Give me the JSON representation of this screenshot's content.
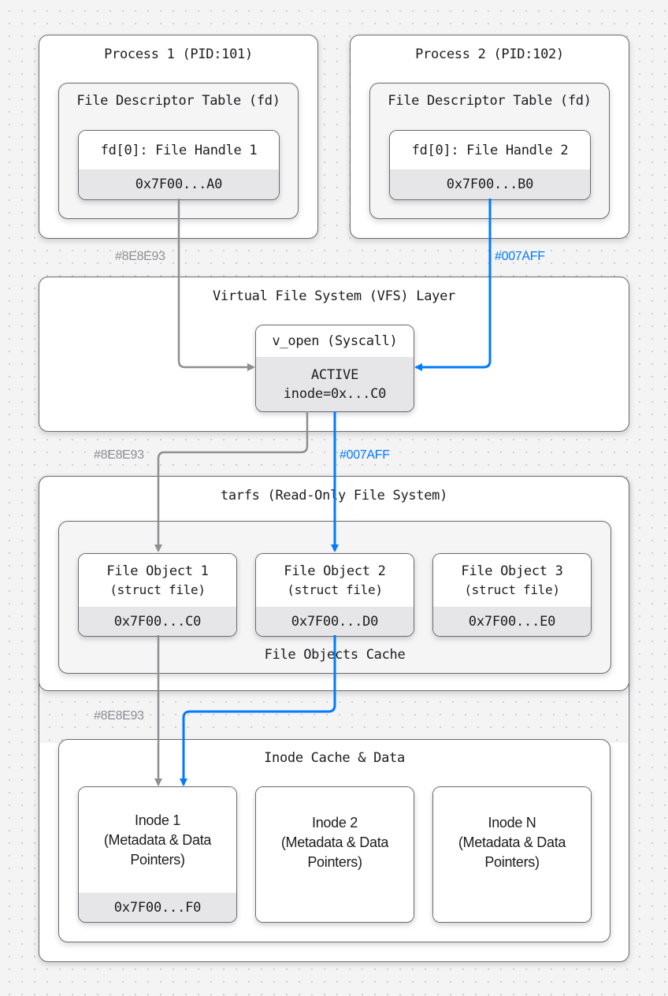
{
  "colors": {
    "gray_wire": "#8E8E93",
    "blue_wire": "#007AFF"
  },
  "process1": {
    "title": "Process 1 (PID:101)",
    "fd_table_title": "File Descriptor Table (fd)",
    "handle_label": "fd[0]: File Handle 1",
    "handle_addr": "0x7F00...A0"
  },
  "process2": {
    "title": "Process 2 (PID:102)",
    "fd_table_title": "File Descriptor Table (fd)",
    "handle_label": "fd[0]: File Handle 2",
    "handle_addr": "0x7F00...B0"
  },
  "vfs": {
    "title": "Virtual File System (VFS) Layer",
    "syscall_label": "v_open (Syscall)",
    "status": "ACTIVE",
    "inode_ref": "inode=0x...C0"
  },
  "tarfs": {
    "title": "tarfs (Read-Only File System)",
    "cache_title": "File Objects Cache",
    "file_objects": [
      {
        "name": "File Object 1",
        "type": "(struct file)",
        "addr": "0x7F00...C0"
      },
      {
        "name": "File Object 2",
        "type": "(struct file)",
        "addr": "0x7F00...D0"
      },
      {
        "name": "File Object 3",
        "type": "(struct file)",
        "addr": "0x7F00...E0"
      }
    ]
  },
  "inode_cache": {
    "title": "Inode Cache & Data",
    "inodes": [
      {
        "name": "Inode 1",
        "desc1": "(Metadata & Data",
        "desc2": "Pointers)",
        "addr": "0x7F00...F0"
      },
      {
        "name": "Inode 2",
        "desc1": "(Metadata & Data",
        "desc2": "Pointers)"
      },
      {
        "name": "Inode N",
        "desc1": "(Metadata & Data",
        "desc2": "Pointers)"
      }
    ]
  },
  "wire_labels": {
    "p1_to_vfs": "#8E8E93",
    "p2_to_vfs": "#007AFF",
    "vfs_to_fo1": "#8E8E93",
    "vfs_to_fo2": "#007AFF",
    "fo_to_inode": "#8E8E93"
  }
}
